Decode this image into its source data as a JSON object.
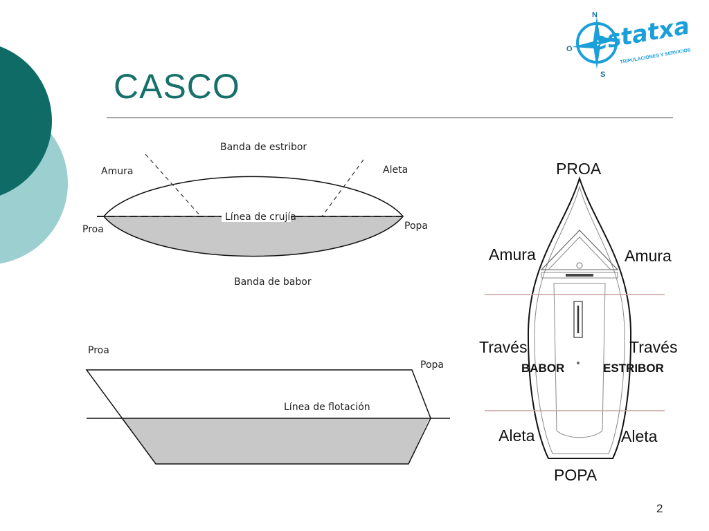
{
  "slide": {
    "title": "CASCO",
    "page_number": "2"
  },
  "logo": {
    "brand": "estatxa",
    "tagline": "TRIPULACIONES Y SERVICIOS",
    "compass_n": "N",
    "compass_s": "S",
    "compass_o": "O",
    "icon": "compass-rose-icon"
  },
  "top_view": {
    "starboard_side": "Banda de estribor",
    "bow_quarter": "Amura",
    "stern_quarter": "Aleta",
    "centerline": "Línea de crujía",
    "bow": "Proa",
    "stern": "Popa",
    "port_side": "Banda de babor"
  },
  "side_view": {
    "bow": "Proa",
    "stern": "Popa",
    "waterline": "Línea de flotación"
  },
  "boat_plan": {
    "bow": "PROA",
    "stern": "POPA",
    "bow_left": "Amura",
    "bow_right": "Amura",
    "beam_left": "Través",
    "beam_right": "Través",
    "port": "BABOR",
    "starboard": "ESTRIBOR",
    "quarter_left": "Aleta",
    "quarter_right": "Aleta"
  },
  "colors": {
    "title": "#17706a",
    "dark_teal": "#0f6b66",
    "light_teal": "#9ccfcf",
    "hull_fill": "#c8c8c8",
    "logo_blue": "#1b9fd8"
  }
}
